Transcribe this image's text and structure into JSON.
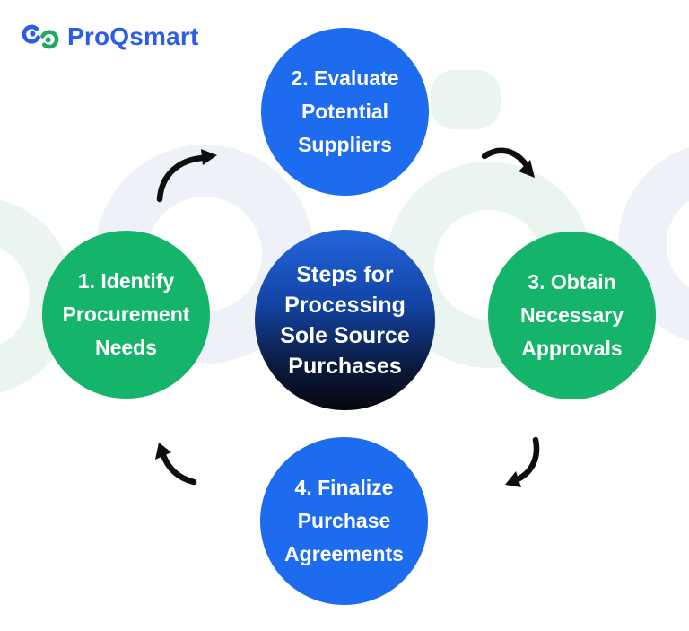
{
  "brand": {
    "name": "ProQsmart"
  },
  "center_circle": {
    "lines": [
      "Steps for",
      "Processing",
      "Sole Source",
      "Purchases"
    ]
  },
  "steps": [
    {
      "position": "left",
      "color": "#14b56a",
      "lines": [
        "1. Identify",
        "Procurement",
        "Needs"
      ]
    },
    {
      "position": "top",
      "color": "#1d6cf0",
      "lines": [
        "2. Evaluate",
        "Potential",
        "Suppliers"
      ]
    },
    {
      "position": "right",
      "color": "#14b56a",
      "lines": [
        "3. Obtain",
        "Necessary",
        "Approvals"
      ]
    },
    {
      "position": "bottom",
      "color": "#1d6cf0",
      "lines": [
        "4. Finalize",
        "Purchase",
        "Agreements"
      ]
    }
  ],
  "arrows": [
    {
      "name": "left-to-top",
      "direction": "up-right"
    },
    {
      "name": "top-to-right",
      "direction": "down-right"
    },
    {
      "name": "right-to-bottom",
      "direction": "down-left"
    },
    {
      "name": "bottom-to-left",
      "direction": "up-left"
    }
  ],
  "colors": {
    "step_blue": "#1d6cf0",
    "step_green": "#14b56a",
    "center_gradient_top": "#2166de",
    "center_gradient_bottom": "#06070d",
    "arrow_black": "#0e0e0e",
    "brand_text_blue": "#2d5ce6",
    "brand_mark_blue": "#2d5ce6",
    "brand_mark_green": "#21aa5f",
    "watermark_gray_blue": "#eef1f7",
    "watermark_light_green": "#e9f5ee",
    "text_white": "#ffffff",
    "background": "#ffffff"
  }
}
